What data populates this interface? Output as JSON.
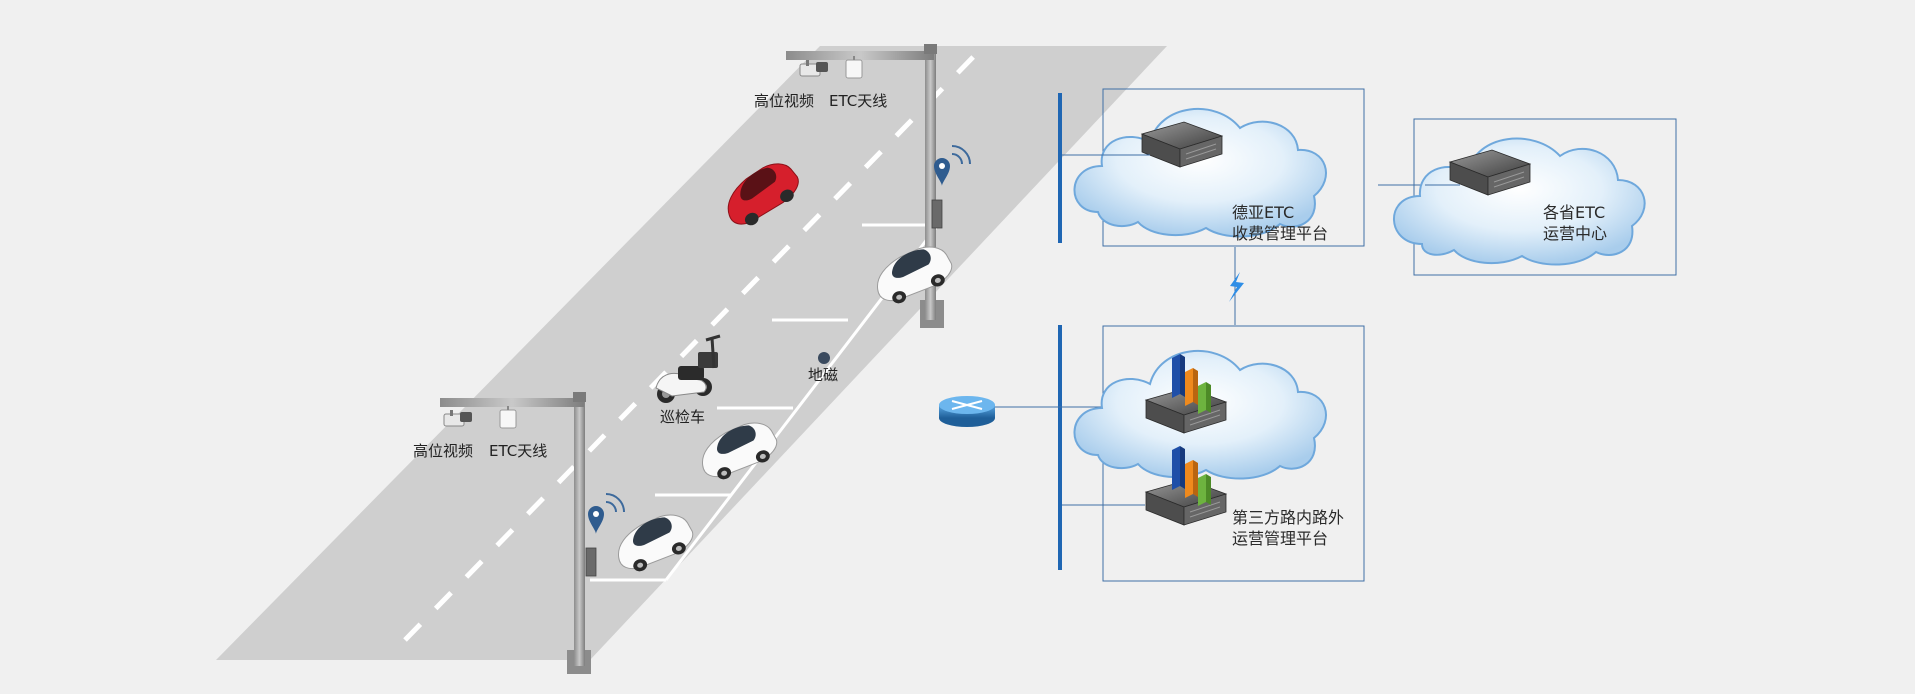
{
  "road": {
    "gantry_far": {
      "camera_label": "高位视频",
      "antenna_label": "ETC天线"
    },
    "gantry_near": {
      "camera_label": "高位视频",
      "antenna_label": "ETC天线"
    },
    "geomagnetic_label": "地磁",
    "patrol_vehicle_label": "巡检车"
  },
  "platforms": {
    "deya": {
      "line1": "德亚ETC",
      "line2": "收费管理平台"
    },
    "province": {
      "line1": "各省ETC",
      "line2": "运营中心"
    },
    "third_party": {
      "line1": "第三方路内路外",
      "line2": "运营管理平台"
    }
  },
  "colors": {
    "background": "#f0f0f0",
    "road": "#cfcfcf",
    "box_border": "#3f6fa6",
    "bus_line": "#1f66b3",
    "cloud": "#cde3f5",
    "car_red": "#d61f2c",
    "car_white": "#fafafa"
  }
}
